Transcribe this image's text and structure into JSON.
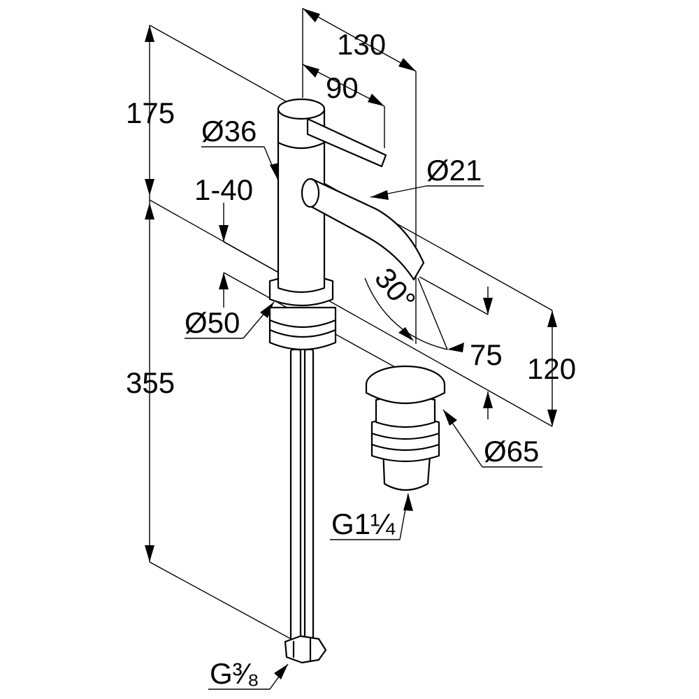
{
  "dimensions": {
    "height_top": "175",
    "height_total": "355",
    "reach_total": "130",
    "handle_reach": "90",
    "body_diameter": "Ø36",
    "spout_diameter": "Ø21",
    "counter_thickness": "1-40",
    "flange_diameter": "Ø50",
    "spout_angle": "30°",
    "outlet_height": "75",
    "side_height": "120",
    "waste_diameter": "Ø65",
    "waste_thread": "G1¼",
    "hose_thread": "G³⁄₈"
  }
}
